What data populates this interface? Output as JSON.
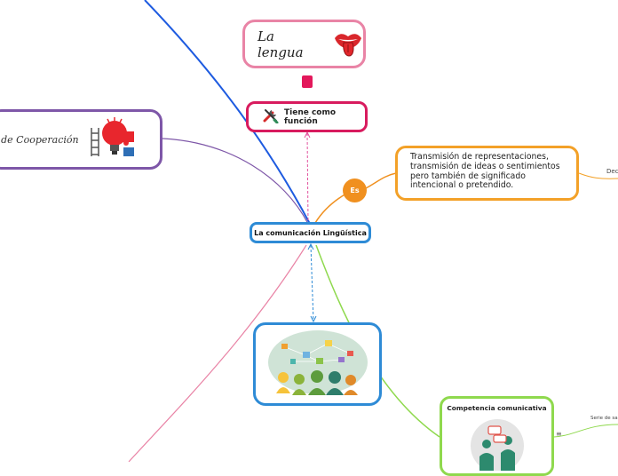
{
  "nodes": {
    "lengua": {
      "label": "La lengua",
      "color": "#e984a6"
    },
    "funcion": {
      "label": "Tiene como función",
      "color": "#d81b5e"
    },
    "cooperacion": {
      "label": "o de Cooperación",
      "color": "#7e57a8"
    },
    "center": {
      "label": "La comunicación Lingüística",
      "color": "#2e8bd6"
    },
    "es": {
      "label": "Es",
      "color": "#f0901f"
    },
    "transmision": {
      "label": "Transmisión de representaciones, transmisión de ideas o sentimientos pero también de significado intencional o pretendido.",
      "color": "#f3a128"
    },
    "competencia": {
      "label": "Competencia comunicativa",
      "color": "#8fd94e"
    }
  },
  "side_texts": {
    "dec": "Dec",
    "serie": "Serie de sa",
    "notes_glyph": "≡"
  },
  "icons": {
    "lengua": "lips-tongue-icon",
    "funcion": "tools-icon",
    "cooperacion": "lightbulb-puzzle-icon",
    "image": "people-network-illustration",
    "competencia": "chat-people-icon"
  }
}
